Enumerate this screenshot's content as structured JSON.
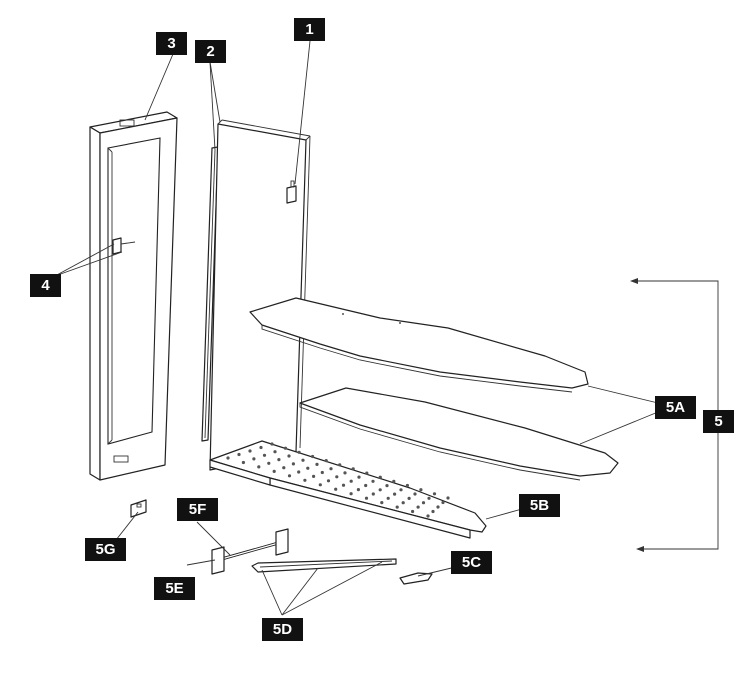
{
  "callouts": {
    "c1": "1",
    "c2": "2",
    "c3": "3",
    "c4": "4",
    "c5": "5",
    "c5A": "5A",
    "c5B": "5B",
    "c5C": "5C",
    "c5D": "5D",
    "c5E": "5E",
    "c5F": "5F",
    "c5G": "5G"
  },
  "colors": {
    "callout_fill": "#111111",
    "callout_text": "#ffffff",
    "line": "#222222"
  }
}
